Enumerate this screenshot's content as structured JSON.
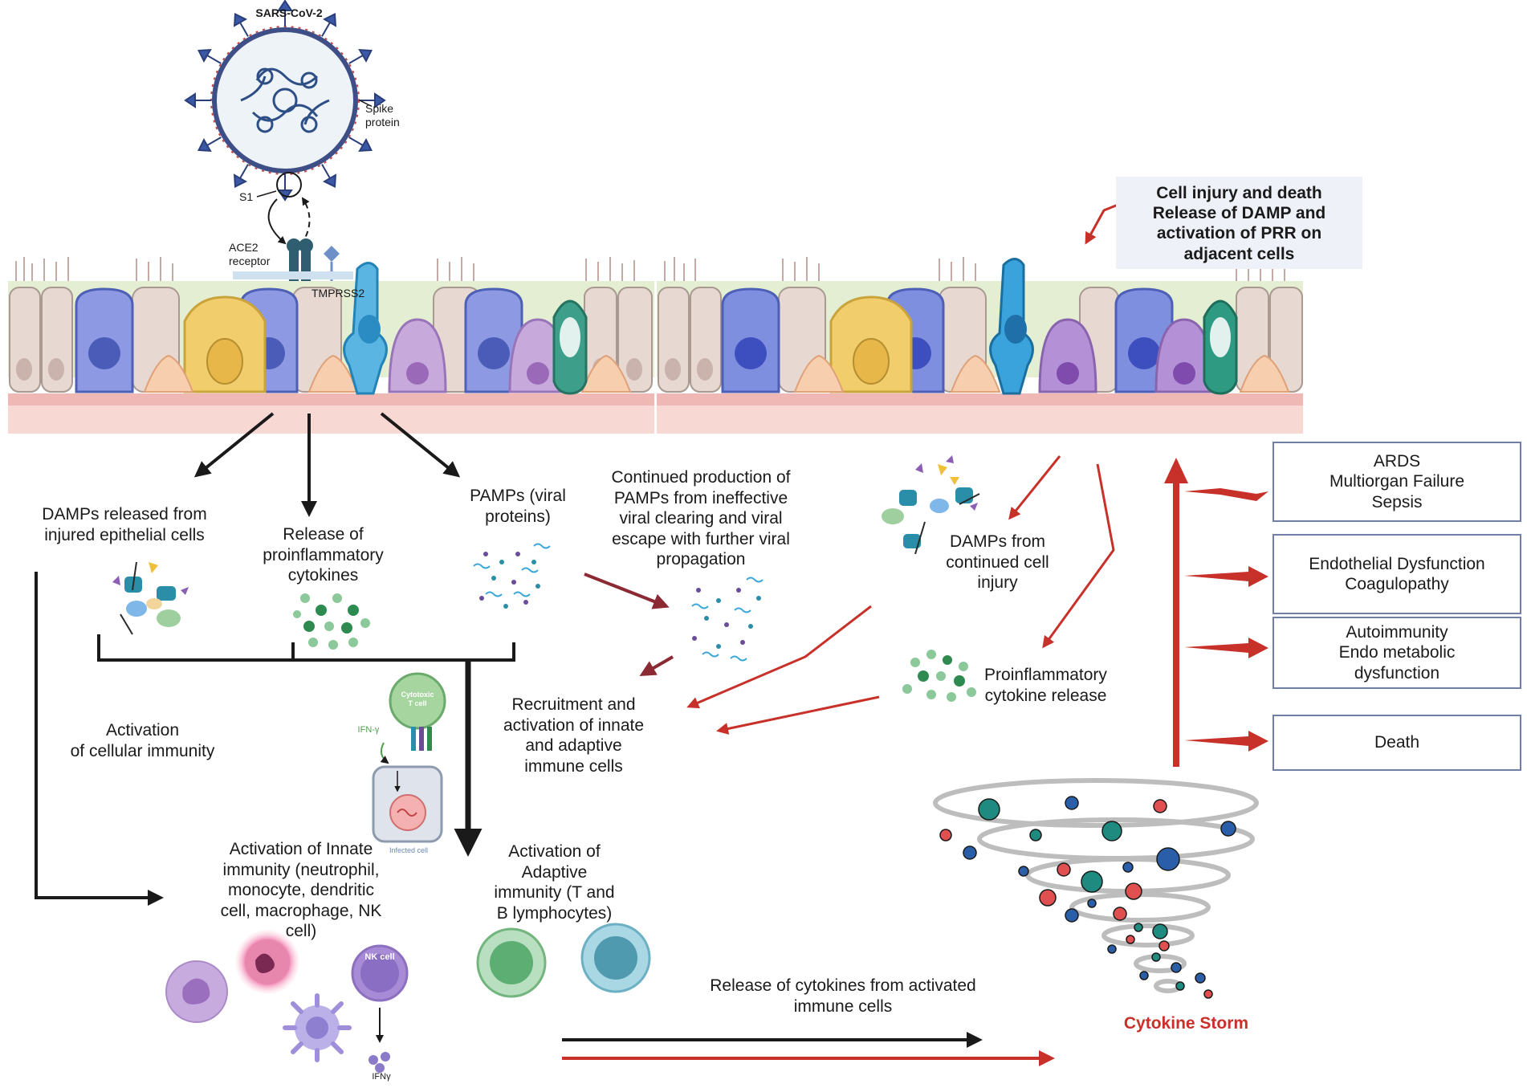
{
  "virus": {
    "title": "SARS-CoV-2",
    "spike_label": "Spike\nprotein",
    "s1_label": "S1",
    "ace2_label": "ACE2\nreceptor",
    "tmprss2_label": "TMPRSS2"
  },
  "callout": {
    "line1": "Cell injury and death",
    "line2": "Release of DAMP and",
    "line3": "activation of PRR on",
    "line4": "adjacent cells"
  },
  "left_branch": {
    "damps": "DAMPs released from\ninjured epithelial cells",
    "cytokines": "Release of\nproinflammatory\ncytokines",
    "pamps": "PAMPs (viral\nproteins)",
    "cellular_immunity": "Activation\nof cellular immunity",
    "innate": "Activation of Innate\nimmunity (neutrophil,\nmonocyte, dendritic\ncell, macrophage, NK\ncell)",
    "adaptive": "Activation of\nAdaptive\nimmunity (T and\nB lymphocytes)",
    "cytotoxic": "Cytotoxic\nT cell",
    "ifn_gamma_small": "IFN-γ",
    "infected_cell": "Infected cell",
    "nk_cell": "NK cell",
    "ifn_gamma": "IFNγ"
  },
  "middle": {
    "continued_pamps": "Continued production of\nPAMPs from ineffective\nviral clearing and viral\nescape with further viral\npropagation",
    "recruitment": "Recruitment and\nactivation of innate\nand adaptive\nimmune cells",
    "release_cytokines": "Release of cytokines from activated\nimmune cells"
  },
  "right_branch": {
    "damps_continued": "DAMPs from\ncontinued cell\ninjury",
    "proinflammatory_release": "Proinflammatory\ncytokine release",
    "cytokine_storm": "Cytokine Storm"
  },
  "outcomes": [
    "ARDS\nMultiorgan Failure\nSepsis",
    "Endothelial Dysfunction\nCoagulopathy",
    "Autoimmunity\nEndo metabolic\ndysfunction",
    "Death"
  ],
  "colors": {
    "arrow_black": "#1a1a1a",
    "arrow_red": "#c8312a",
    "arrow_darkred": "#8b2a33",
    "box_border": "#6f7fa6",
    "storm_red": "#c8312a"
  }
}
